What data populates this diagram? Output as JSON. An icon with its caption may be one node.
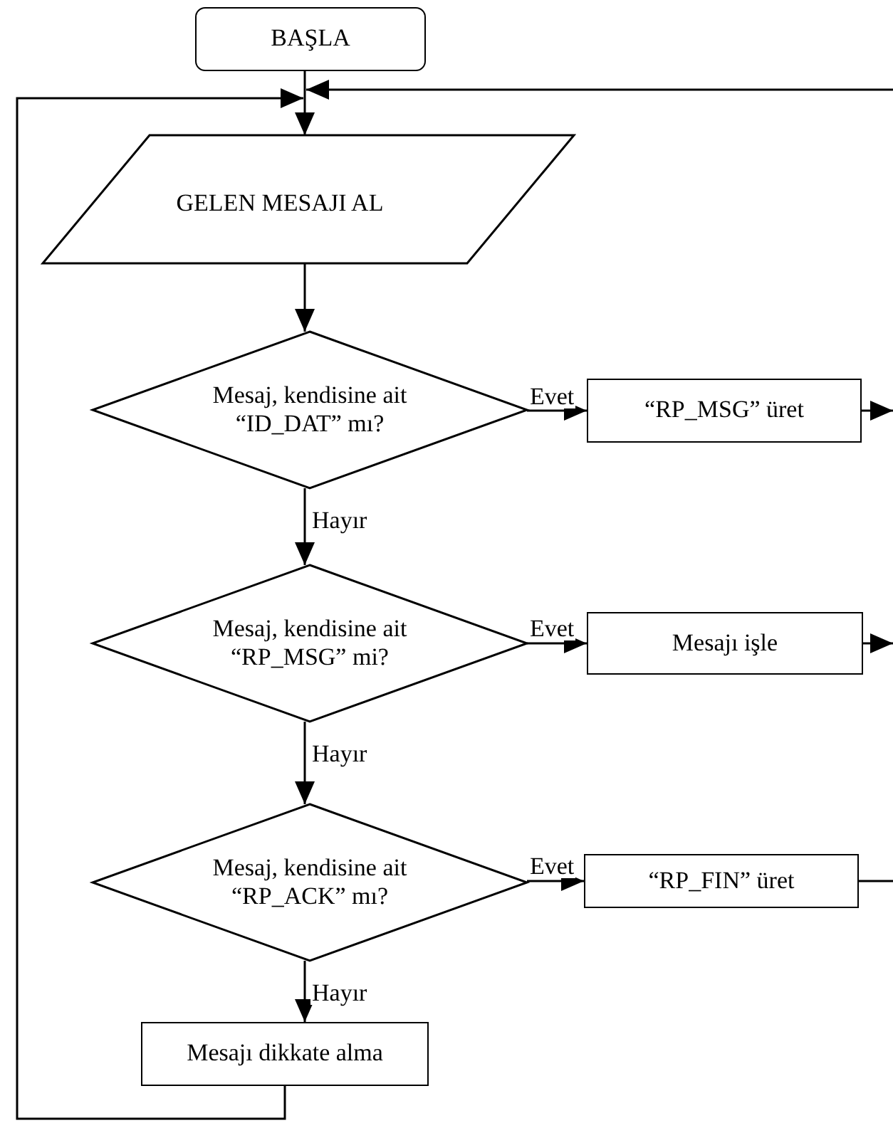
{
  "diagram": {
    "nodes": [
      {
        "text": [
          "BAŞLA"
        ]
      },
      {
        "text": [
          "GELEN MESAJI AL"
        ]
      },
      {
        "text": [
          "Mesaj, kendisine ait “ID_DAT” mı?"
        ]
      },
      {
        "text": [
          "“RP_MSG” üret"
        ]
      },
      {
        "text": [
          "Mesaj, kendisine ait “RP_MSG” mi?"
        ]
      },
      {
        "text": [
          "Mesajı işle"
        ]
      },
      {
        "text": [
          "Mesaj, kendisine ait “RP_ACK” mı?"
        ]
      },
      {
        "text": [
          "“RP_FIN” üret"
        ]
      },
      {
        "text": [
          "Mesajı dikkate alma"
        ]
      }
    ],
    "edges": [
      {
        "from": 0,
        "to": 1,
        "arrow": "to"
      },
      {
        "from": 8,
        "to": 1,
        "arrow": "to"
      },
      {
        "from": null,
        "to": 1,
        "arrow": "to"
      },
      {
        "from": 1,
        "to": 2,
        "arrow": "to"
      },
      {
        "from": 2,
        "to": 3,
        "arrow": "to",
        "label": "Evet"
      },
      {
        "from": 2,
        "to": 4,
        "arrow": "to",
        "label": "Hayır"
      },
      {
        "from": 4,
        "to": 5,
        "arrow": "to",
        "label": "Evet"
      },
      {
        "from": 4,
        "to": 6,
        "arrow": "to",
        "label": "Hayır"
      },
      {
        "from": 6,
        "to": 7,
        "arrow": "to",
        "label": "Evet"
      },
      {
        "from": 6,
        "to": 8,
        "arrow": "to",
        "label": "Hayır"
      },
      {
        "from": 3,
        "to": null,
        "arrow": "to"
      },
      {
        "from": 5,
        "to": null,
        "arrow": "to"
      },
      {
        "from": 7,
        "to": null,
        "arrow": "none"
      }
    ]
  }
}
